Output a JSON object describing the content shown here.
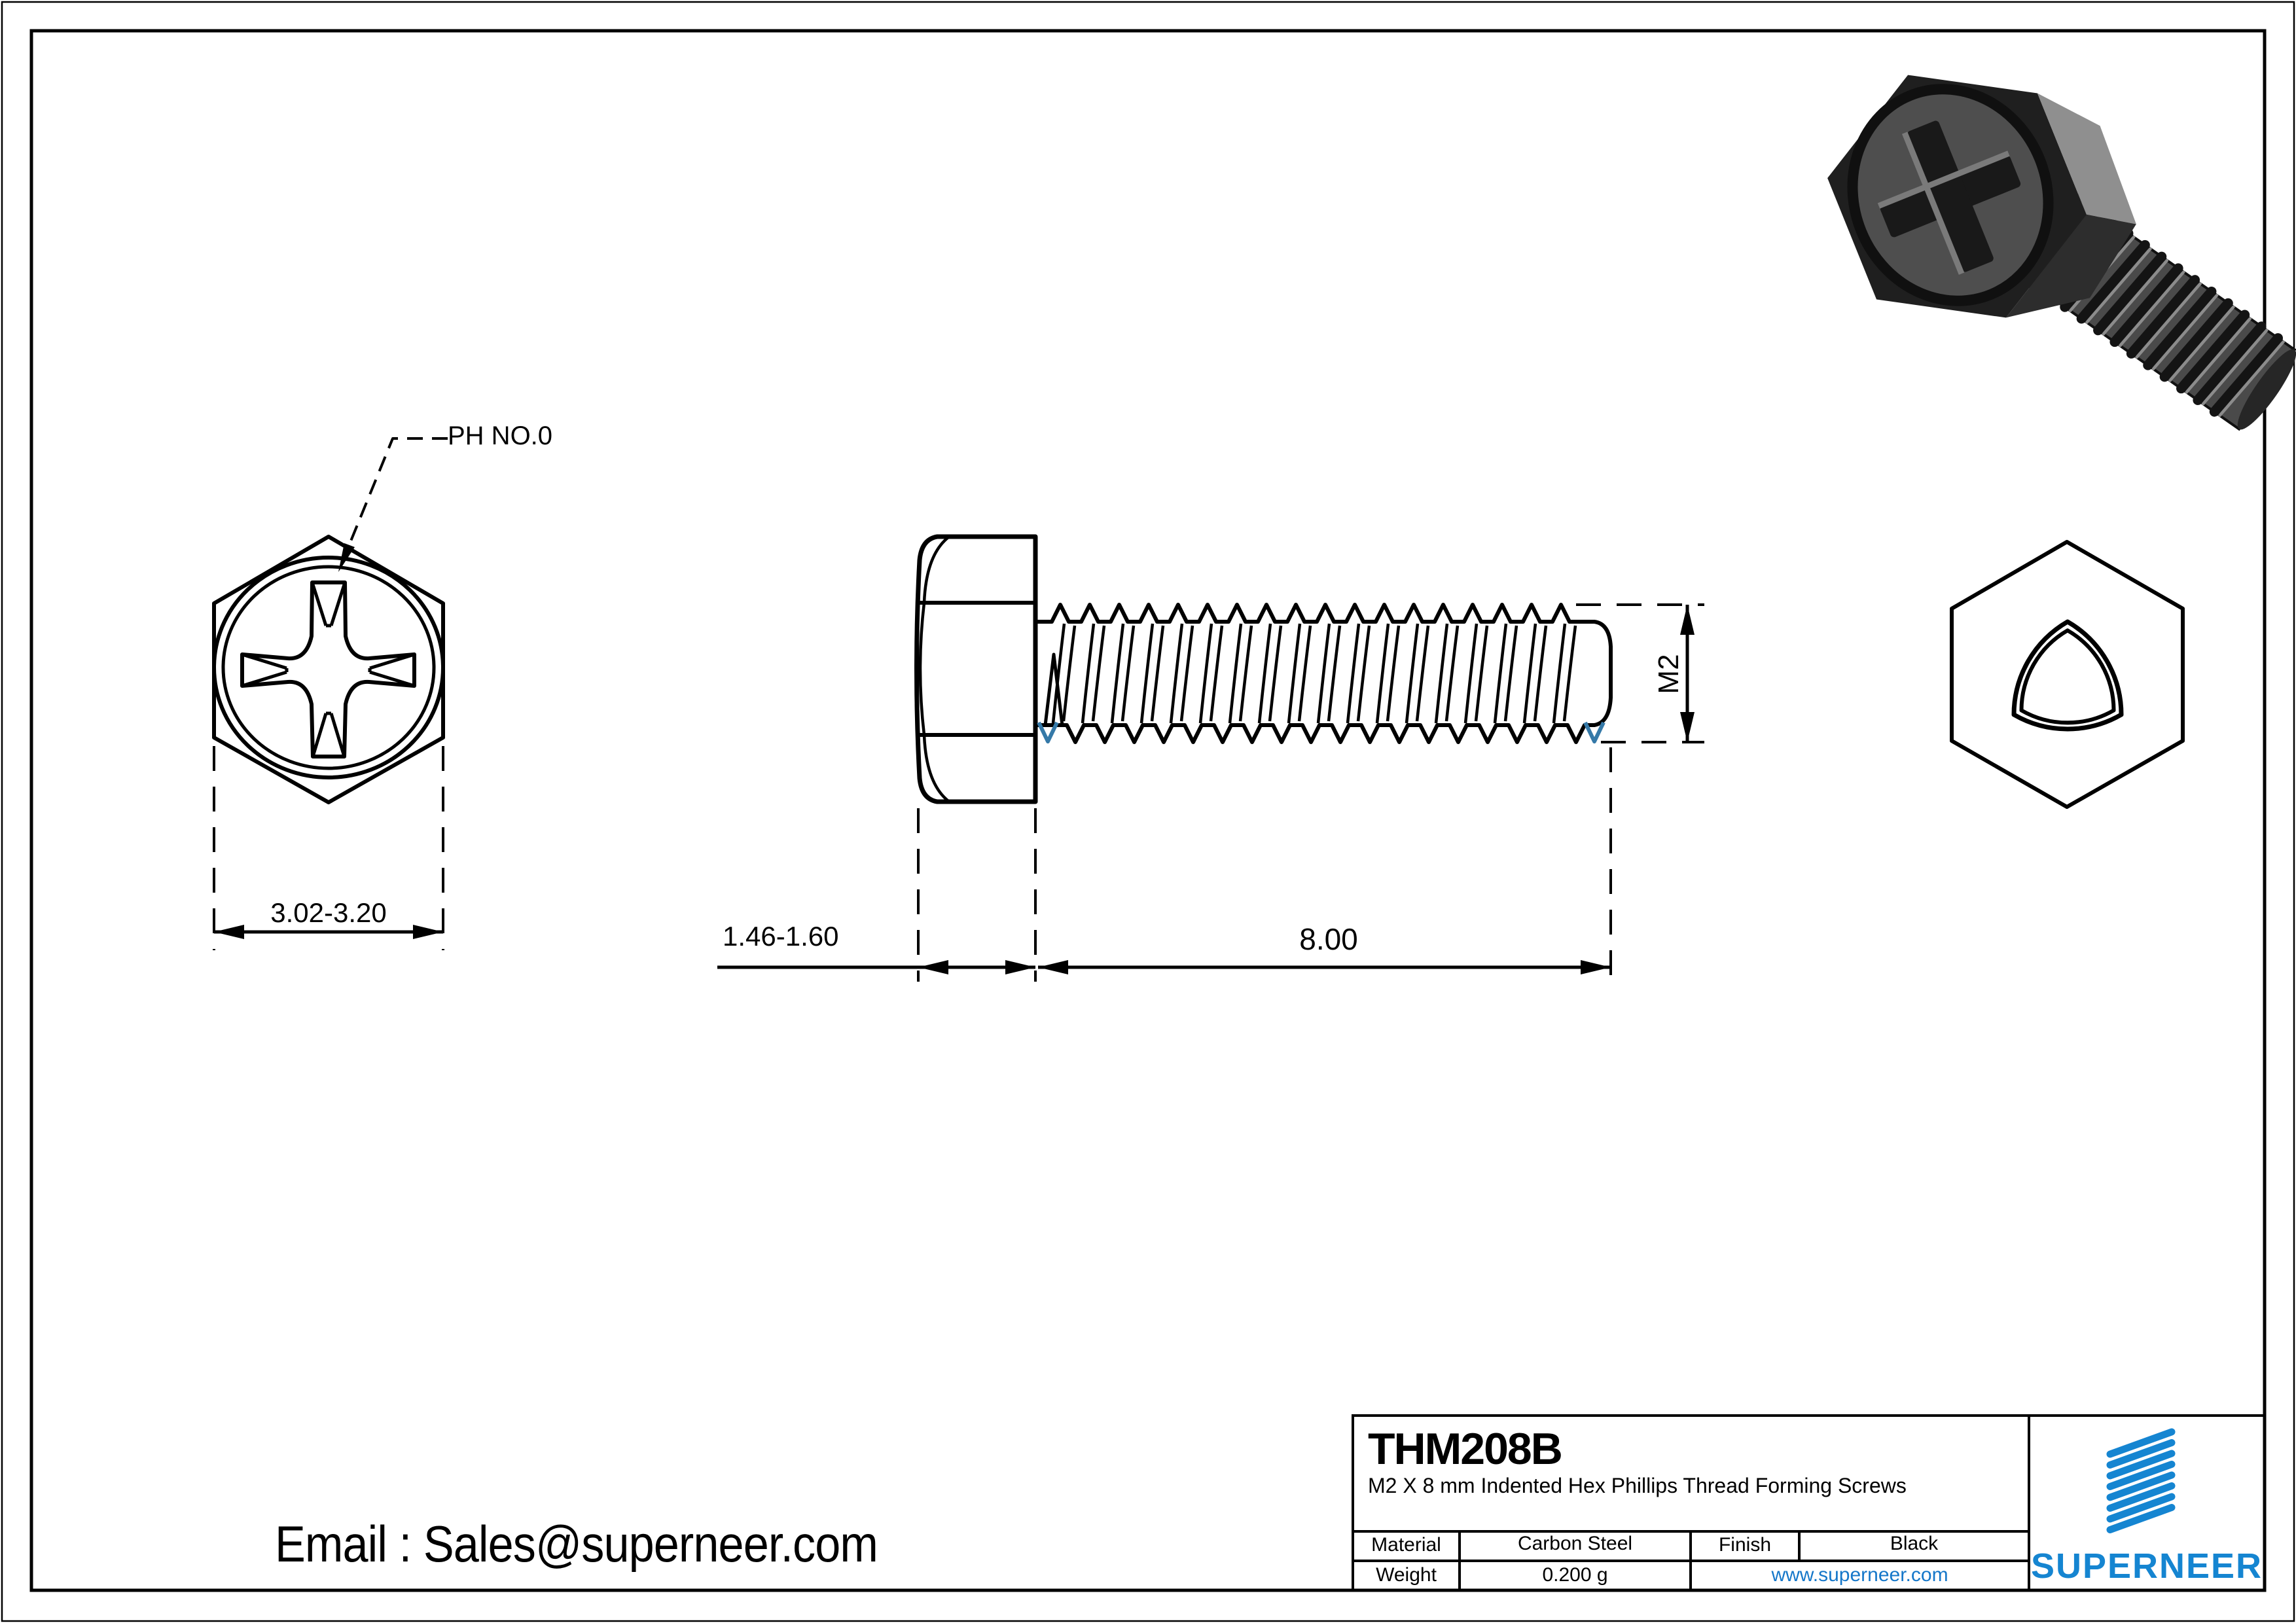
{
  "labels": {
    "ph_recess": "PH NO.0",
    "width_across_flats": "3.02-3.20",
    "head_height": "1.46-1.60",
    "thread_length": "8.00",
    "thread_size": "M2"
  },
  "contact": {
    "email": "Email : Sales@superneer.com"
  },
  "title_block": {
    "part_number": "THM208B",
    "description": "M2 X 8 mm Indented Hex Phillips Thread Forming Screws",
    "material_label": "Material",
    "material_value": "Carbon Steel",
    "finish_label": "Finish",
    "finish_value": "Black",
    "weight_label": "Weight",
    "weight_value": "0.200 g",
    "website": "www.superneer.com",
    "brand_name": "SUPERNEER"
  },
  "colors": {
    "line_black": "#000000",
    "brand_blue": "#1585d1",
    "link_blue": "#1577c9",
    "thread_runout_blue": "#3579a8"
  },
  "icons": {
    "logo": "superneer-diagonal-stripes-logo-icon"
  }
}
